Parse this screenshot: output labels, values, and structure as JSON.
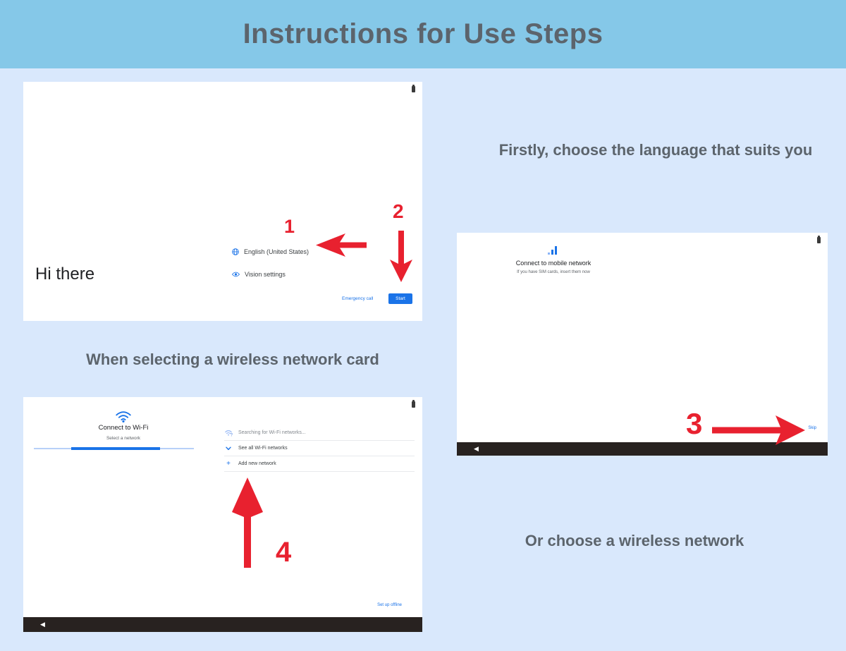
{
  "colors": {
    "banner": "#85c8e8",
    "background": "#d9e8fc",
    "heading": "#5c646c",
    "red": "#e8212f",
    "blue": "#1a73e8",
    "navbar": "#282220"
  },
  "header": {
    "title": "Instructions for Use Steps"
  },
  "captions": {
    "language": "Firstly, choose the language that suits you",
    "wifi_card": "When selecting a wireless network card",
    "wireless": "Or choose a wireless network"
  },
  "hi_there_screen": {
    "title": "Hi there",
    "language_option": "English (United States)",
    "vision_option": "Vision settings",
    "emergency_call": "Emergency call",
    "start_button": "Start"
  },
  "mobile_screen": {
    "title": "Connect to mobile network",
    "subtitle": "If you have SIM cards, insert them now",
    "skip": "Skip"
  },
  "wifi_screen": {
    "title": "Connect to Wi-Fi",
    "subtitle": "Select a network",
    "items": [
      {
        "icon": "wifi-searching-icon",
        "label": "Searching for Wi-Fi networks..."
      },
      {
        "icon": "chevron-down-icon",
        "label": "See all Wi-Fi networks"
      },
      {
        "icon": "plus-icon",
        "label": "Add new network"
      }
    ],
    "set_up_offline": "Set up offline"
  },
  "step_labels": [
    "1",
    "2",
    "3",
    "4"
  ],
  "icons": {
    "back": "◀",
    "plus": "+"
  }
}
